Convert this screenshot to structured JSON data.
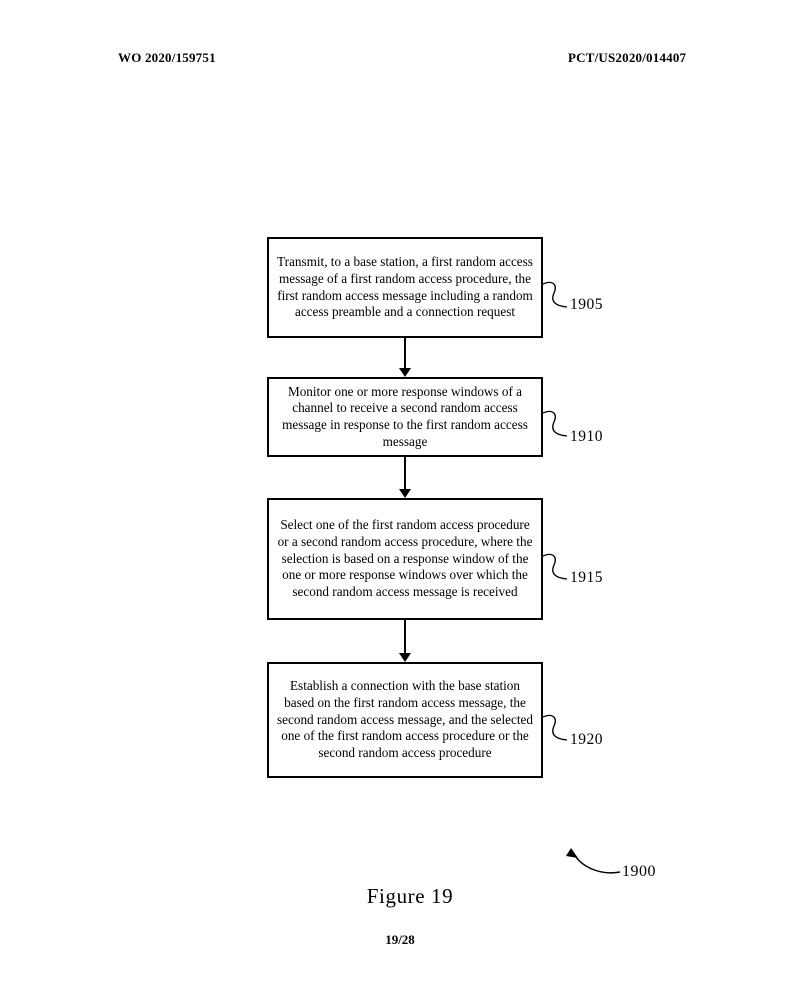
{
  "page": {
    "header_left": "WO 2020/159751",
    "header_right": "PCT/US2020/014407",
    "figure_title": "Figure 19",
    "page_number": "19/28",
    "diagram_ref": "1900"
  },
  "flowchart": {
    "steps": [
      {
        "id": "1905",
        "text": "Transmit, to a base station, a first random access message of a first random access procedure, the first random access message including a random access preamble and a connection request"
      },
      {
        "id": "1910",
        "text": "Monitor one or more response windows of a channel to receive a second random access message in response to the first random access message"
      },
      {
        "id": "1915",
        "text": "Select one of the first random access procedure or a second random access procedure, where the selection is based on a response window of the one or more response windows over which the second random access message is received"
      },
      {
        "id": "1920",
        "text": "Establish a connection with the base station based on the first random access message, the second random access message, and the selected one of the first random access procedure or the second random access procedure"
      }
    ]
  }
}
